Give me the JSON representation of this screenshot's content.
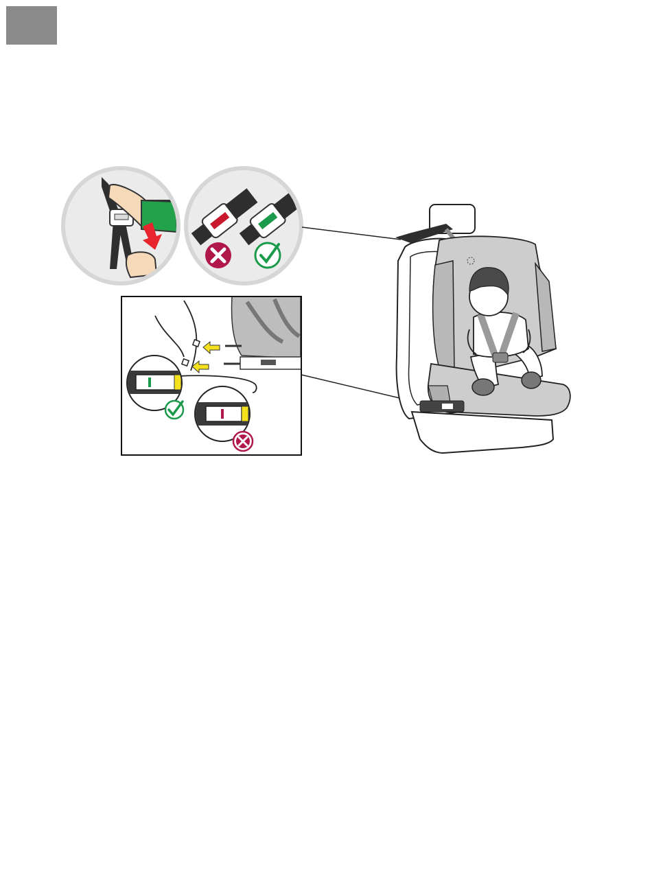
{
  "page": {
    "step_tab": {
      "label": ""
    }
  },
  "illustration": {
    "panels": [
      {
        "id": "pull-belt",
        "icon": "hand-pull-icon"
      },
      {
        "id": "buckle-check",
        "wrong_icon": "cross-icon",
        "right_icon": "check-icon"
      },
      {
        "id": "isofix-inset",
        "right_icon": "check-icon",
        "wrong_icon": "cross-icon"
      }
    ],
    "colors": {
      "check_green": "#1a9a4a",
      "cross_red": "#b0184a",
      "sleeve_green": "#22a24a",
      "arrow_red": "#e8242c",
      "indicator_yellow": "#f4e01c",
      "seat_gray": "#c9c9c9",
      "belt_dark": "#2a2a2a"
    }
  }
}
